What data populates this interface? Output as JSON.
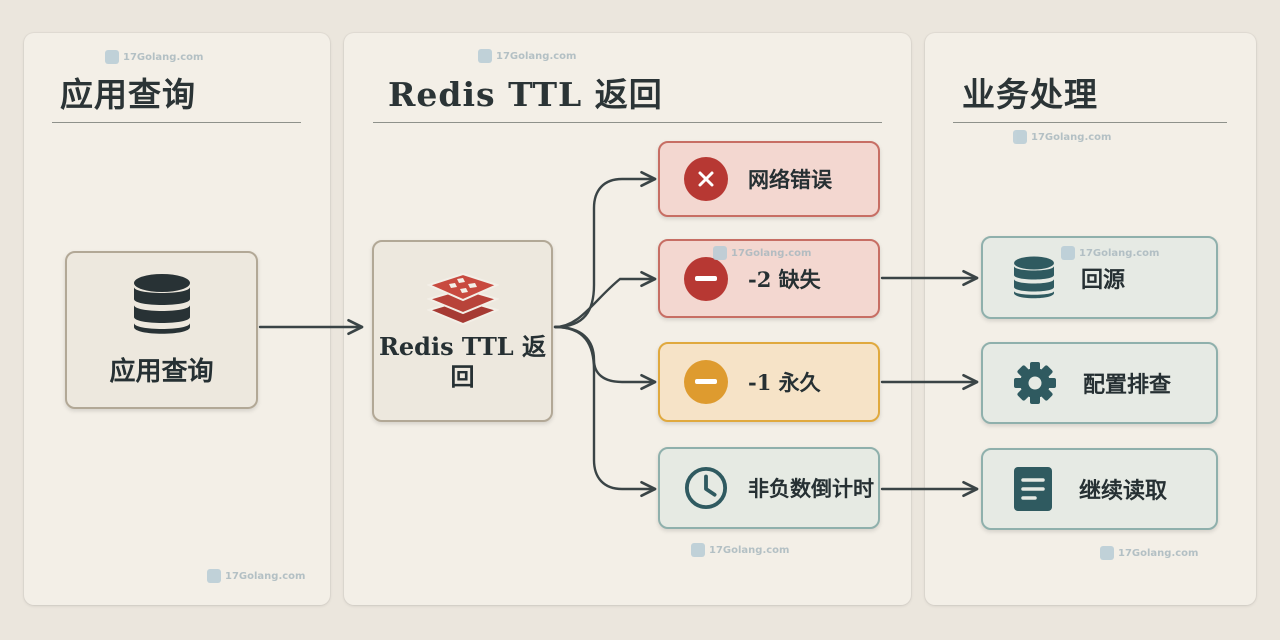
{
  "columns": {
    "left_title": "应用查询",
    "middle_title": "Redis TTL 返回",
    "right_title": "业务处理"
  },
  "nodes": {
    "app_query": {
      "label": "应用查询",
      "icon": "database-icon"
    },
    "redis_ttl": {
      "label": "Redis TTL 返回",
      "icon": "redis-icon"
    }
  },
  "branches": [
    {
      "label": "网络错误",
      "icon": "error-x-icon",
      "color": "#b73833"
    },
    {
      "label": "-2 缺失",
      "icon": "minus-circle-icon",
      "color": "#b73833"
    },
    {
      "label": "-1 永久",
      "icon": "minus-circle-icon",
      "color": "#de9b2f"
    },
    {
      "label": "非负数倒计时",
      "icon": "clock-icon",
      "color": "#2f5a60"
    }
  ],
  "actions": [
    {
      "label": "回源",
      "icon": "database-icon"
    },
    {
      "label": "配置排查",
      "icon": "gear-icon"
    },
    {
      "label": "继续读取",
      "icon": "document-icon"
    }
  ],
  "watermark": {
    "text": "17Golang.com"
  },
  "colors": {
    "background": "#ebe6dd",
    "panel": "#f3efe7",
    "error_red": "#b73833",
    "warning_orange": "#de9b2f",
    "teal_dark": "#2f5a60",
    "teal_border": "#8fb0ac",
    "connector": "#3a4446"
  }
}
